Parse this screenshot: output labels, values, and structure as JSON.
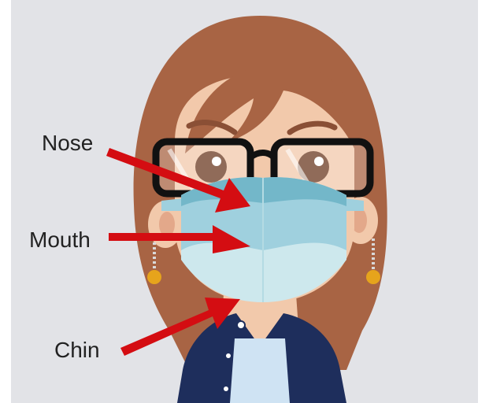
{
  "labels": {
    "nose": "Nose",
    "mouth": "Mouth",
    "chin": "Chin"
  },
  "colors": {
    "background": "#e2e3e7",
    "hair": "#a86444",
    "skin": "#f2c9ab",
    "mask_light": "#cde8ed",
    "mask_mid": "#9fd0de",
    "mask_band": "#73b7c9",
    "glasses": "#111111",
    "arrow": "#d40d12",
    "jacket": "#1e2e5c",
    "shirt": "#cfe3f3",
    "earring": "#e6a41c"
  },
  "icons": [
    "woman-avatar-icon",
    "face-mask-icon",
    "glasses-icon",
    "arrow-icon"
  ]
}
